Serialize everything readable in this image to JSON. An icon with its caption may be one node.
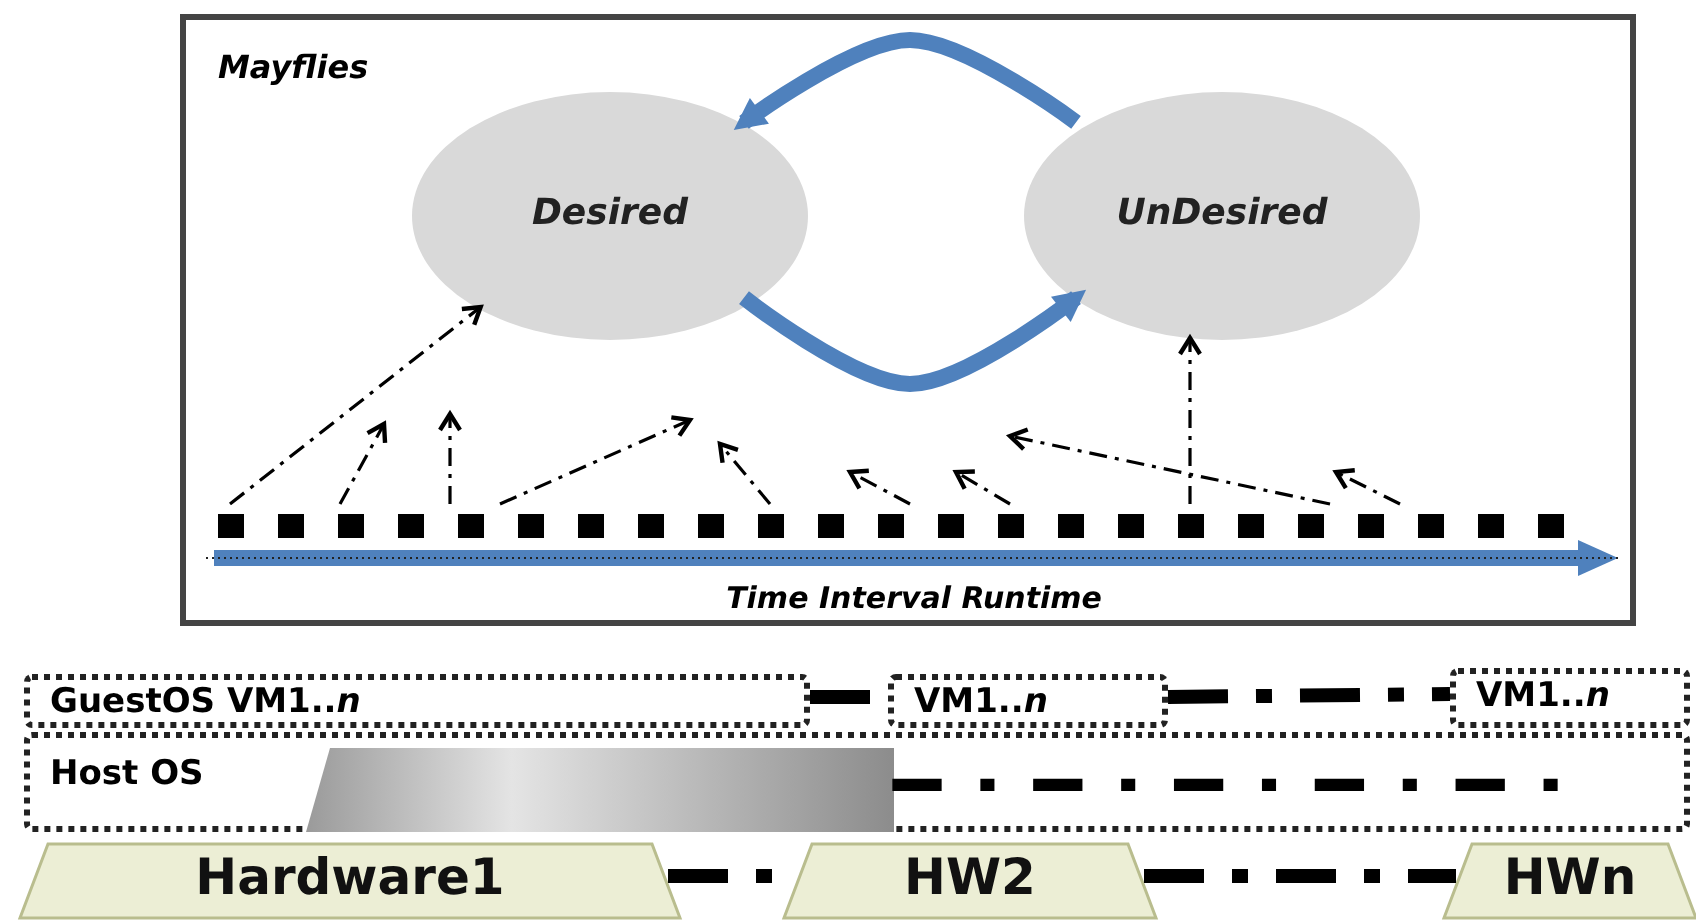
{
  "diagram": {
    "nodes": [
      {
        "text": [
          "Mayflies"
        ]
      },
      {
        "text": [
          "Desired"
        ],
        "in": 0
      },
      {
        "text": [
          "UnDesired"
        ],
        "in": 0
      },
      {
        "text": [],
        "shape": "bar",
        "in": 0,
        "beside": [
          "Time Interval Runtime"
        ]
      },
      {
        "text": [
          "GuestOS VM1..*n*"
        ]
      },
      {
        "text": [
          "VM1..*n*"
        ]
      },
      {
        "text": [
          "VM1..*n*"
        ]
      },
      {
        "text": [
          "Host OS"
        ]
      },
      {
        "text": [],
        "shape": "box",
        "in": 7
      },
      {
        "text": [
          "Hardware1"
        ]
      },
      {
        "text": [
          "HW2"
        ]
      },
      {
        "text": [
          "HWn"
        ]
      }
    ],
    "edges": [
      {
        "from": 1,
        "to": 2,
        "arrow": "to",
        "style": "thick",
        "color": "#4f81bd"
      },
      {
        "from": 2,
        "to": 1,
        "arrow": "to",
        "style": "thick",
        "color": "#4f81bd"
      },
      {
        "from": 3,
        "to": 1,
        "arrow": "to",
        "style": "dashed"
      },
      {
        "from": 3,
        "to": null,
        "arrow": "to",
        "style": "dashed"
      },
      {
        "from": 3,
        "to": null,
        "arrow": "to",
        "style": "dashed"
      },
      {
        "from": 3,
        "to": null,
        "arrow": "to",
        "style": "dashed"
      },
      {
        "from": 3,
        "to": null,
        "arrow": "to",
        "style": "dashed"
      },
      {
        "from": 3,
        "to": null,
        "arrow": "to",
        "style": "dashed"
      },
      {
        "from": 3,
        "to": null,
        "arrow": "to",
        "style": "dashed"
      },
      {
        "from": 3,
        "to": 2,
        "arrow": "to",
        "style": "dashed"
      },
      {
        "from": 3,
        "to": null,
        "arrow": "to",
        "style": "dashed"
      },
      {
        "from": 3,
        "to": null,
        "arrow": "to",
        "style": "dashed"
      },
      {
        "from": 4,
        "to": 5,
        "arrow": "none",
        "style": "dashed"
      },
      {
        "from": 5,
        "to": 6,
        "arrow": "none",
        "style": "dashed"
      },
      {
        "from": 9,
        "to": 10,
        "arrow": "none",
        "style": "dashed"
      },
      {
        "from": 10,
        "to": 11,
        "arrow": "none",
        "style": "dashed"
      }
    ]
  }
}
